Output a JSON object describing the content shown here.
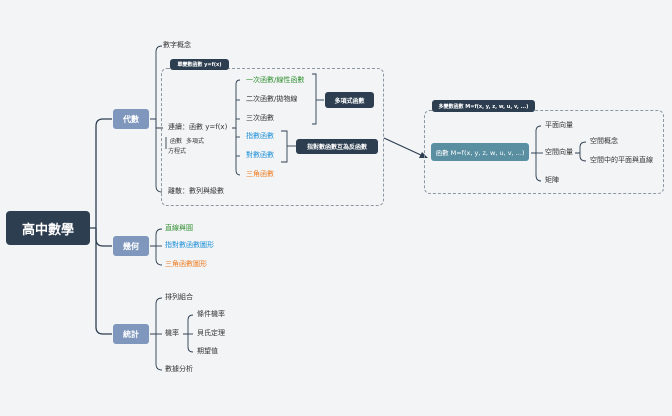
{
  "root": "高中數學",
  "algebra": {
    "label": "代數",
    "number_concept": "數字概念",
    "single_var_title": "單變數函數 y=f(x)",
    "continuous": "連續：函數 y=f(x)",
    "function_sub": "函數",
    "polynomial_sub": "多項式",
    "equation_sub": "方程式",
    "discrete": "離散：數列與級數",
    "functions": {
      "linear": "一次函數/線性函數",
      "quadratic": "二次函數/拋物線",
      "cubic": "三次函數",
      "exponential": "指數函數",
      "logarithmic": "對數函數",
      "trig": "三角函數"
    },
    "polynomial_group": "多項式函數",
    "inverse_group": "指對數函數互為反函數"
  },
  "multivar": {
    "title": "多變數函數 M=f(x, y, z, w, u, v, ...)",
    "func": "函數 M=f(x, y, z, w, u, v, ...)",
    "plane_vector": "平面向量",
    "space_vector": "空間向量",
    "space_concept": "空間概念",
    "space_planes": "空間中的平面與直線",
    "matrix": "矩陣"
  },
  "geometry": {
    "label": "幾何",
    "lines_circles": "直線與圓",
    "exp_log_graph": "指對數函數圖形",
    "trig_graph": "三角函數圖形"
  },
  "statistics": {
    "label": "統計",
    "permutation": "排列組合",
    "probability": "機率",
    "conditional": "條件機率",
    "bayes": "貝氏定理",
    "expectation": "期望值",
    "data_analysis": "數據分析"
  },
  "colors": {
    "root": "#2d3e50",
    "branch": "#7f97bd",
    "green": "#2f8f2f",
    "blue": "#1a8fd8",
    "orange": "#ee7b1e",
    "teal": "#5a8fa2"
  }
}
